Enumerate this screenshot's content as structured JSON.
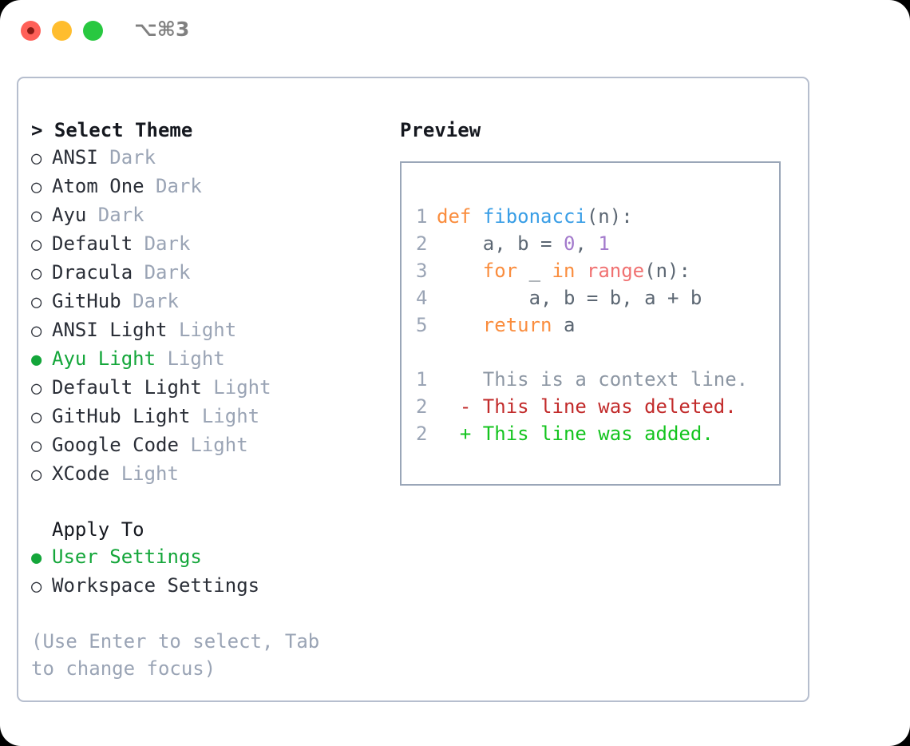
{
  "titlebar": {
    "shortcut": "⌥⌘3",
    "buttons": [
      {
        "name": "close",
        "color": "#ff6058"
      },
      {
        "name": "minimize",
        "color": "#ffbd2e"
      },
      {
        "name": "maximize",
        "color": "#28c840"
      }
    ]
  },
  "theme_list": {
    "header": "> Select Theme",
    "items": [
      {
        "marker": "○",
        "name": "ANSI",
        "variant": "Dark",
        "selected": false
      },
      {
        "marker": "○",
        "name": "Atom One",
        "variant": "Dark",
        "selected": false
      },
      {
        "marker": "○",
        "name": "Ayu",
        "variant": "Dark",
        "selected": false
      },
      {
        "marker": "○",
        "name": "Default",
        "variant": "Dark",
        "selected": false
      },
      {
        "marker": "○",
        "name": "Dracula",
        "variant": "Dark",
        "selected": false
      },
      {
        "marker": "○",
        "name": "GitHub",
        "variant": "Dark",
        "selected": false
      },
      {
        "marker": "○",
        "name": "ANSI Light",
        "variant": "Light",
        "selected": false
      },
      {
        "marker": "●",
        "name": "Ayu Light",
        "variant": "Light",
        "selected": true
      },
      {
        "marker": "○",
        "name": "Default Light",
        "variant": "Light",
        "selected": false
      },
      {
        "marker": "○",
        "name": "GitHub Light",
        "variant": "Light",
        "selected": false
      },
      {
        "marker": "○",
        "name": "Google Code",
        "variant": "Light",
        "selected": false
      },
      {
        "marker": "○",
        "name": "XCode",
        "variant": "Light",
        "selected": false
      }
    ]
  },
  "apply_to": {
    "header": "Apply To",
    "options": [
      {
        "marker": "●",
        "label": "User Settings",
        "selected": true
      },
      {
        "marker": "○",
        "label": "Workspace Settings",
        "selected": false
      }
    ]
  },
  "hint": "(Use Enter to select, Tab to change focus)",
  "preview": {
    "title": "Preview",
    "code_lines": [
      {
        "lnum": "1",
        "tokens": [
          {
            "t": "def",
            "c": "kw"
          },
          {
            "t": " ",
            "c": "pln"
          },
          {
            "t": "fibonacci",
            "c": "fn"
          },
          {
            "t": "(n):",
            "c": "pln"
          }
        ]
      },
      {
        "lnum": "2",
        "tokens": [
          {
            "t": "    a, b = ",
            "c": "pln"
          },
          {
            "t": "0",
            "c": "num"
          },
          {
            "t": ", ",
            "c": "pln"
          },
          {
            "t": "1",
            "c": "num"
          }
        ]
      },
      {
        "lnum": "3",
        "tokens": [
          {
            "t": "    ",
            "c": "pln"
          },
          {
            "t": "for",
            "c": "kw"
          },
          {
            "t": " _ ",
            "c": "pln"
          },
          {
            "t": "in",
            "c": "kw"
          },
          {
            "t": " ",
            "c": "pln"
          },
          {
            "t": "range",
            "c": "bi"
          },
          {
            "t": "(n):",
            "c": "pln"
          }
        ]
      },
      {
        "lnum": "4",
        "tokens": [
          {
            "t": "        a, b = b, a + b",
            "c": "pln"
          }
        ]
      },
      {
        "lnum": "5",
        "tokens": [
          {
            "t": "    ",
            "c": "pln"
          },
          {
            "t": "return",
            "c": "kw"
          },
          {
            "t": " a",
            "c": "pln"
          }
        ]
      }
    ],
    "diff_lines": [
      {
        "lnum": "1",
        "sign": " ",
        "text": " This is a context line.",
        "kind": "context"
      },
      {
        "lnum": "2",
        "sign": "-",
        "text": " This line was deleted.",
        "kind": "deleted"
      },
      {
        "lnum": "2",
        "sign": "+",
        "text": " This line was added.",
        "kind": "added"
      }
    ]
  },
  "colors": {
    "keyword": "#fa8d3e",
    "function": "#399ee6",
    "number": "#a37acc",
    "builtin": "#f07171",
    "plain": "#5c6773",
    "line_number": "#9aa4b5",
    "selected_green": "#14a63a",
    "muted": "#9aa4b5",
    "diff_added": "#14c41f",
    "diff_deleted": "#c22b2b",
    "diff_context": "#8c96a3",
    "panel_border": "#b6bece",
    "preview_border": "#9aa6b8"
  }
}
